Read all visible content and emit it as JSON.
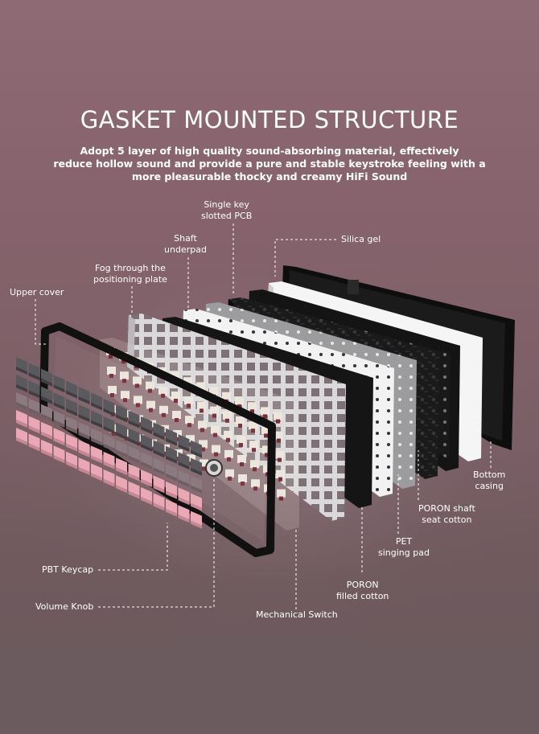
{
  "heading": {
    "title": "GASKET MOUNTED STRUCTURE",
    "subtitle_lines": [
      "Adopt 5 layer of high quality sound-absorbing material, effectively",
      "reduce hollow sound and provide a pure and stable keystroke feeling with a",
      "more pleasurable thocky and creamy HiFi Sound"
    ]
  },
  "labels": {
    "single_key_pcb": [
      "Single key",
      "slotted PCB"
    ],
    "silica_gel": "Silica gel",
    "shaft_underpad": [
      "Shaft",
      "underpad"
    ],
    "positioning_plate": [
      "Fog through the",
      "positioning plate"
    ],
    "upper_cover": "Upper cover",
    "bottom_casing": [
      "Bottom",
      "casing"
    ],
    "poron_shaft_seat": [
      "PORON shaft",
      "seat cotton"
    ],
    "pet_singing_pad": [
      "PET",
      "singing pad"
    ],
    "poron_filled": [
      "PORON",
      "filled cotton"
    ],
    "pbt_keycap": "PBT Keycap",
    "volume_knob": "Volume Knob",
    "mechanical_switch": "Mechanical Switch"
  },
  "colors": {
    "background": "#86636c",
    "keycap_dark": "#5a5a5e",
    "keycap_mid": "#8b7a80",
    "keycap_pink": "#e9a8b4",
    "frame": "#111111",
    "plate_light": "#d9d9dc",
    "pcb": "#1a1a1a",
    "casing_white": "#f4f4f4",
    "switch_body": "#ece6dc",
    "switch_stem": "#7a2a38"
  },
  "icons": {
    "volume_knob": "knob-icon"
  }
}
